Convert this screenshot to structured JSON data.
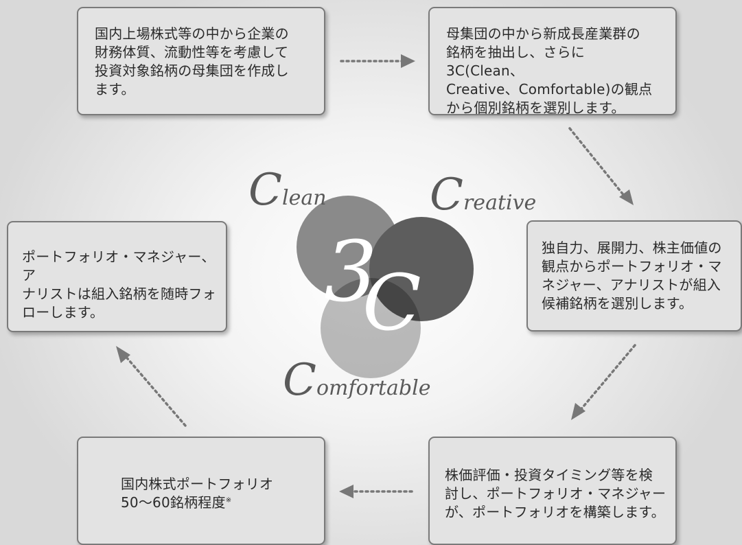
{
  "steps": [
    {
      "id": "step-1",
      "lines": [
        "国内上場株式等の中から企業の",
        "財務体質、流動性等を考慮して",
        "投資対象銘柄の母集団を作成し",
        "ます。"
      ]
    },
    {
      "id": "step-2",
      "lines": [
        "母集団の中から新成長産業群の",
        "銘柄を抽出し、さらに3C(Clean、",
        "Creative、Comfortable)の観点",
        "から個別銘柄を選別します。"
      ]
    },
    {
      "id": "step-3",
      "lines": [
        "独自力、展開力、株主価値の",
        "観点からポートフォリオ・マ",
        "ネジャー、アナリストが組入",
        "候補銘柄を選別します。"
      ]
    },
    {
      "id": "step-4",
      "lines": [
        "株価評価・投資タイミング等を検",
        "討し、ポートフォリオ・マネジャー",
        "が、ポートフォリオを構築します。"
      ]
    },
    {
      "id": "step-5",
      "lines": [
        "国内株式ポートフォリオ",
        "50〜60銘柄程度"
      ],
      "footnote_mark": "※"
    },
    {
      "id": "step-6",
      "lines": [
        "ポートフォリオ・マネジャー、ア",
        "ナリストは組入銘柄を随時フォ",
        "ローします。"
      ]
    }
  ],
  "center": {
    "big_label": {
      "first": "3",
      "second": "C"
    },
    "words": [
      {
        "initial": "C",
        "rest": "lean"
      },
      {
        "initial": "C",
        "rest": "reative"
      },
      {
        "initial": "C",
        "rest": "omfortable"
      }
    ],
    "colors": {
      "clean": "#8a8a8a",
      "creative": "#5d5d5d",
      "comfortable": "#bdbdbd",
      "arrow": "#777777"
    }
  }
}
